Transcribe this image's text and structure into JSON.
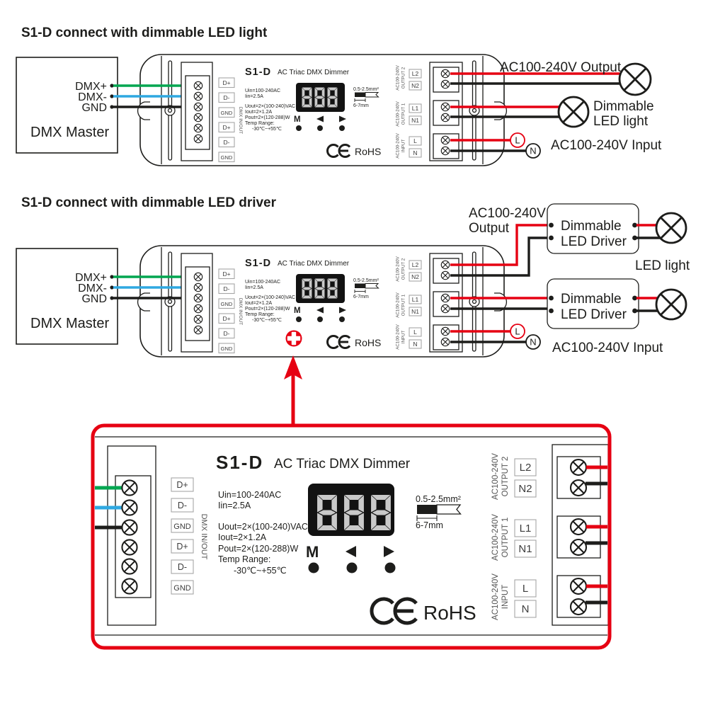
{
  "headings": {
    "section1": "S1-D connect with dimmable LED light",
    "section2": "S1-D connect with dimmable LED driver"
  },
  "dmx_master": {
    "title": "DMX Master",
    "pin1": "DMX+",
    "pin2": "DMX-",
    "pin3": "GND"
  },
  "device": {
    "model": "S1-D",
    "product": "AC Triac DMX Dimmer",
    "display_value": "888",
    "dmx_ports": {
      "p1": "D+",
      "p2": "D-",
      "p3": "GND",
      "p4": "D+",
      "p5": "D-",
      "p6": "GND",
      "group": "DMX IN/OUT"
    },
    "specs": {
      "uin": "Uin=100-240AC",
      "iin": "Iin=2.5A",
      "uout": "Uout=2×(100-240)VAC",
      "iout": "Iout=2×1.2A",
      "pout": "Pout=2×(120-288)W",
      "temp_label": "Temp Range:",
      "temp_value": "-30℃~+55℃"
    },
    "buttons": {
      "menu": "M"
    },
    "wire_spec": {
      "gauge": "0.5-2.5mm²",
      "strip_length": "6-7mm"
    },
    "certs": {
      "rohs": "RoHS"
    },
    "power": {
      "output2": {
        "group1": "AC100-240V",
        "group2": "OUTPUT 2",
        "l": "L2",
        "n": "N2"
      },
      "output1": {
        "group1": "AC100-240V",
        "group2": "OUTPUT 1",
        "l": "L1",
        "n": "N1"
      },
      "input": {
        "group1": "AC100-240V",
        "group2": "INPUT",
        "l": "L",
        "n": "N"
      }
    }
  },
  "section1": {
    "output_label": "AC100-240V Output",
    "load_line1": "Dimmable",
    "load_line2": "LED light",
    "input_label": "AC100-240V Input",
    "live_marker": "L",
    "neutral_marker": "N"
  },
  "section2": {
    "output_line1": "AC100-240V",
    "output_line2": "Output",
    "driver_line1": "Dimmable",
    "driver_line2": "LED Driver",
    "led_light_label": "LED light",
    "input_label": "AC100-240V Input",
    "live_marker": "L",
    "neutral_marker": "N"
  },
  "colors": {
    "red": "#e60012",
    "green": "#00a650",
    "blue": "#2fa8e1",
    "black": "#1d1d1b",
    "segment": "#c9c9c9"
  }
}
